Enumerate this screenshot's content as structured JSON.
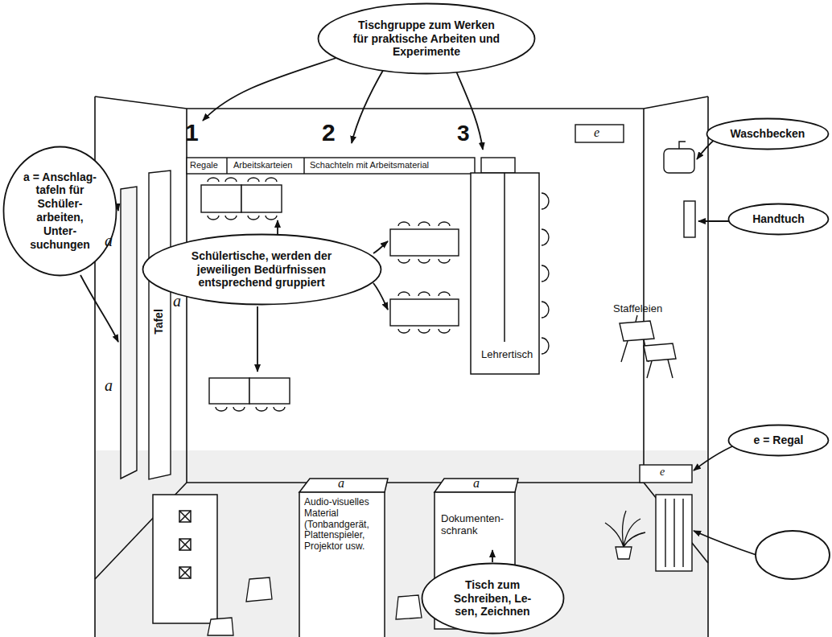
{
  "diagram": {
    "nodes": [
      {
        "text": [
          "Tischgruppe zum Werken für praktische Arbeiten und Experimente"
        ]
      },
      {
        "text": [
          "a = Anschlag- tafeln für Schüler- arbeiten, Unter- suchungen"
        ]
      },
      {
        "text": [
          "Schülertische, werden der jeweiligen Bedürfnissen entsprechend gruppiert"
        ]
      },
      {
        "text": [
          "Waschbecken"
        ]
      },
      {
        "text": [
          "Handtuch"
        ]
      },
      {
        "text": [
          "e = Regal"
        ]
      },
      {
        "text": [
          "Tisch zum Schreiben, Le- sen, Zeichnen"
        ]
      }
    ],
    "labels": [
      "1",
      "2",
      "3",
      "Regale",
      "Arbeitskarteien",
      "Schachteln mit Arbeitsmaterial",
      "e",
      "a",
      "a",
      "Tafel",
      "a",
      "Lehrertisch",
      "Staffeleien",
      "a",
      "Audio-visuelles Material (Tonbandgerät, Plattenspieler, Projektor usw.",
      "a",
      "Dokumenten- schrank",
      "e"
    ]
  }
}
